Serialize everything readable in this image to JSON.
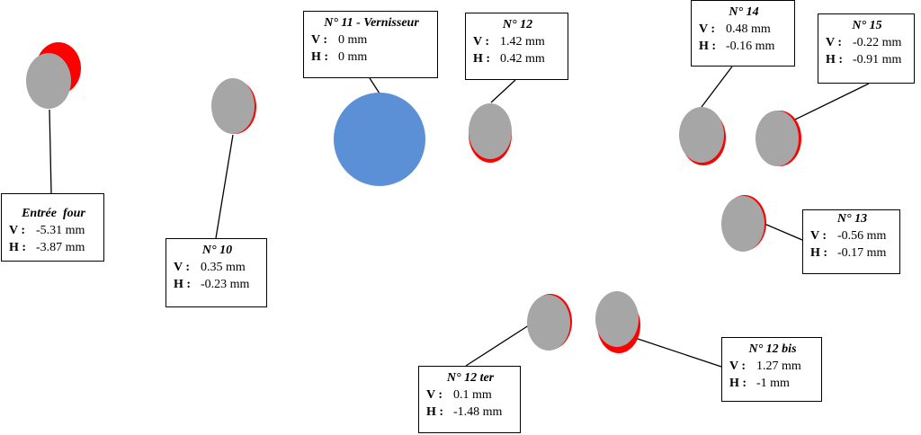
{
  "colors": {
    "offset": "#ff0000",
    "position": "#a6a6a6",
    "reference": "#5b8fd6",
    "leader": "#000000"
  },
  "labels": {
    "v": "V :",
    "h": "H :"
  },
  "stations": [
    {
      "id": "entree-four",
      "title": "Entrée  four",
      "v": "-5.31 mm",
      "h": "-3.87 mm",
      "reference": false
    },
    {
      "id": "n10",
      "title": "N° 10",
      "v": "0.35 mm",
      "h": "-0.23 mm",
      "reference": false
    },
    {
      "id": "n11",
      "title": "N° 11 - Vernisseur",
      "v": "0 mm",
      "h": "0 mm",
      "reference": true
    },
    {
      "id": "n12",
      "title": "N° 12",
      "v": "1.42 mm",
      "h": "0.42 mm",
      "reference": false
    },
    {
      "id": "n14",
      "title": "N° 14",
      "v": "0.48 mm",
      "h": "-0.16 mm",
      "reference": false
    },
    {
      "id": "n15",
      "title": "N° 15",
      "v": "-0.22 mm",
      "h": "-0.91 mm",
      "reference": false
    },
    {
      "id": "n13",
      "title": "N° 13",
      "v": "-0.56 mm",
      "h": "-0.17 mm",
      "reference": false
    },
    {
      "id": "n12bis",
      "title": "N° 12 bis",
      "v": "1.27 mm",
      "h": "-1 mm",
      "reference": false
    },
    {
      "id": "n12ter",
      "title": "N° 12 ter",
      "v": "0.1 mm",
      "h": "-1.48 mm",
      "reference": false
    }
  ]
}
